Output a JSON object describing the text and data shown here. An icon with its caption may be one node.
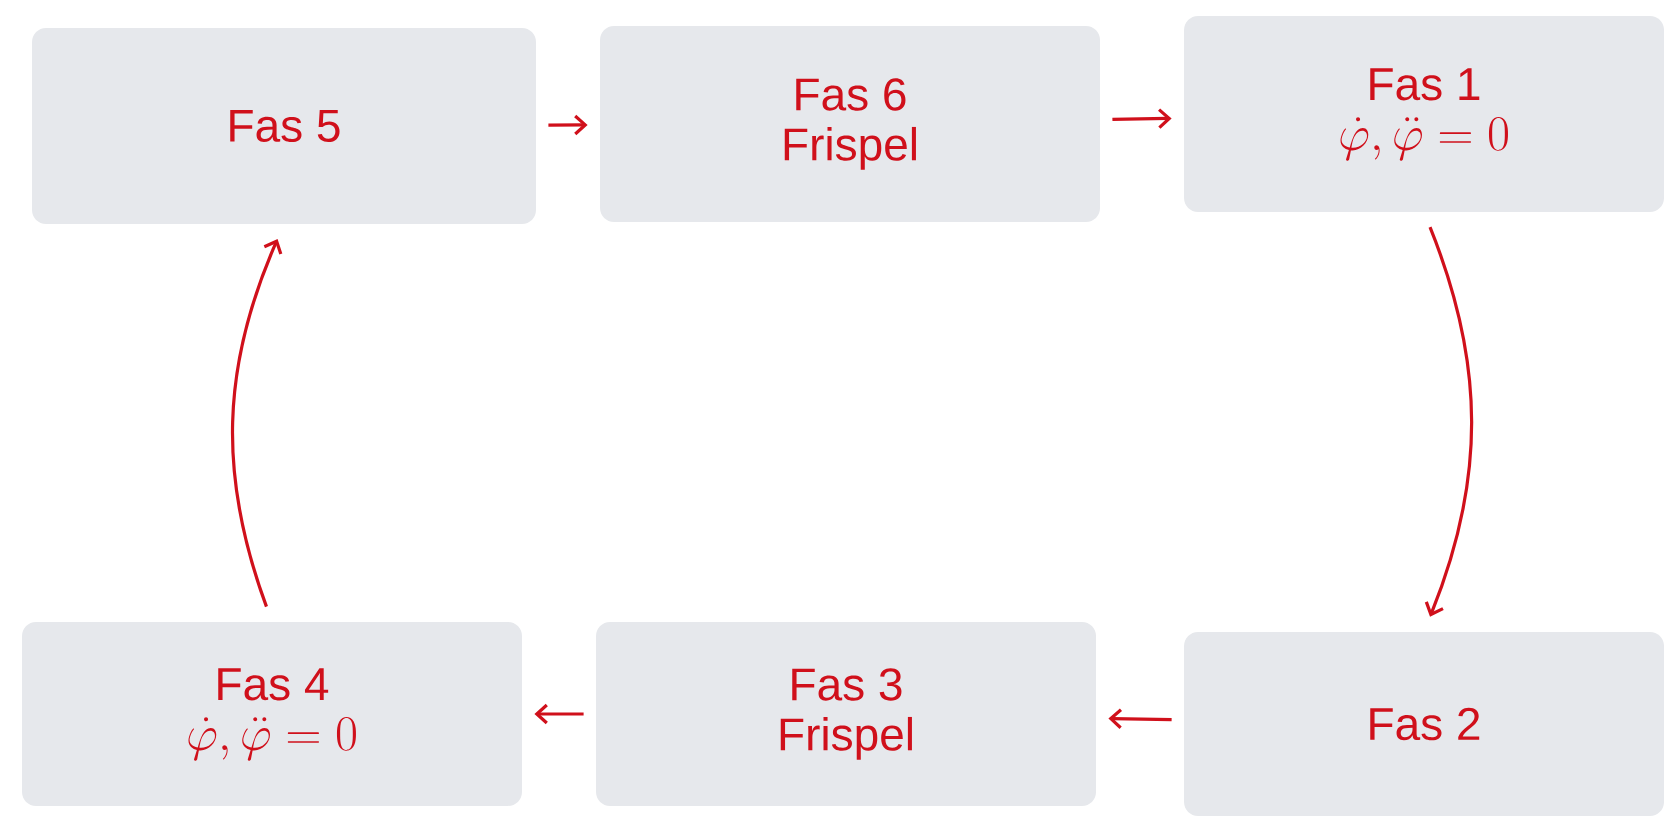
{
  "diagram": {
    "nodes": [
      {
        "text": [
          "Fas 5"
        ]
      },
      {
        "text": [
          "Fas 6",
          "Frispel"
        ]
      },
      {
        "text": [
          "Fas 1",
          "\\dot{\\varphi}, \\ddot{\\varphi} = 0"
        ]
      },
      {
        "text": [
          "Fas 2"
        ]
      },
      {
        "text": [
          "Fas 3",
          "Frispel"
        ]
      },
      {
        "text": [
          "Fas 4",
          "\\dot{\\varphi}, \\ddot{\\varphi} = 0"
        ]
      }
    ],
    "edges": [
      {
        "from": 0,
        "to": 1,
        "arrow": "to"
      },
      {
        "from": 1,
        "to": 2,
        "arrow": "to"
      },
      {
        "from": 2,
        "to": 3,
        "arrow": "to"
      },
      {
        "from": 3,
        "to": 4,
        "arrow": "to"
      },
      {
        "from": 4,
        "to": 5,
        "arrow": "to"
      },
      {
        "from": 5,
        "to": 0,
        "arrow": "to"
      }
    ]
  }
}
